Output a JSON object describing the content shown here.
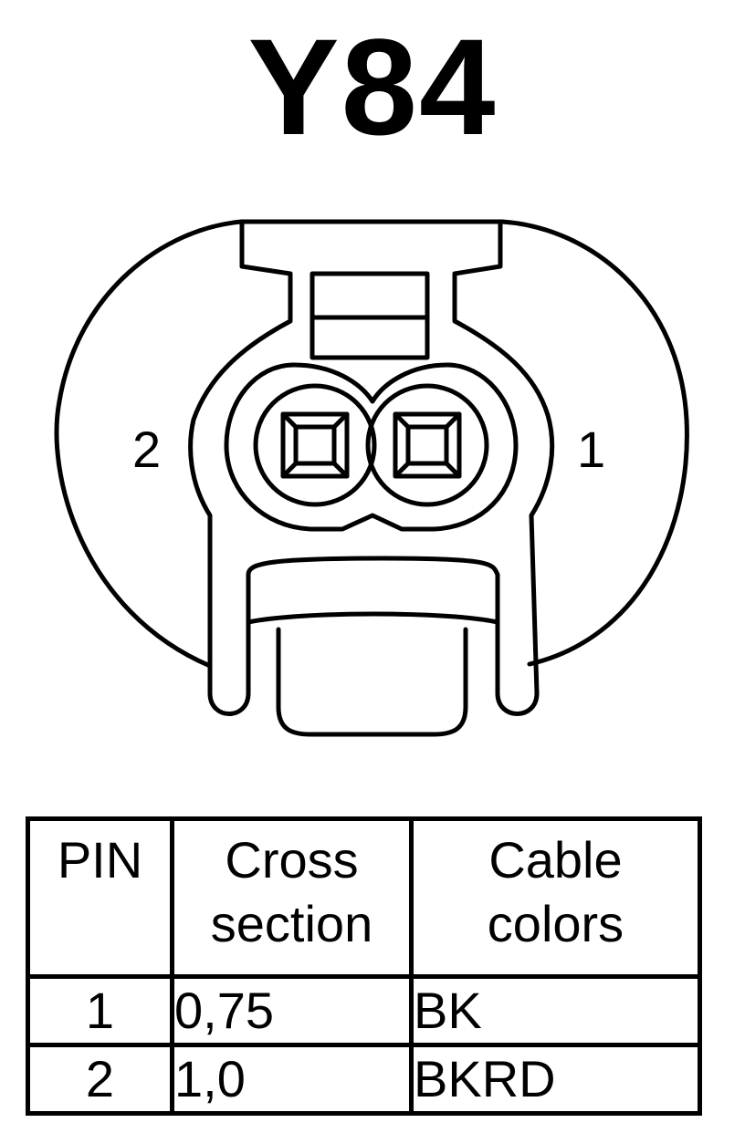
{
  "title": "Y84",
  "connector": {
    "pin_left_label": "2",
    "pin_right_label": "1"
  },
  "table": {
    "headers": [
      {
        "line1": "PIN",
        "line2": ""
      },
      {
        "line1": "Cross",
        "line2": "section"
      },
      {
        "line1": "Cable",
        "line2": "colors"
      }
    ],
    "rows": [
      {
        "pin": "1",
        "cross_section": "0,75",
        "color": "BK"
      },
      {
        "pin": "2",
        "cross_section": "1,0",
        "color": "BKRD"
      }
    ]
  }
}
